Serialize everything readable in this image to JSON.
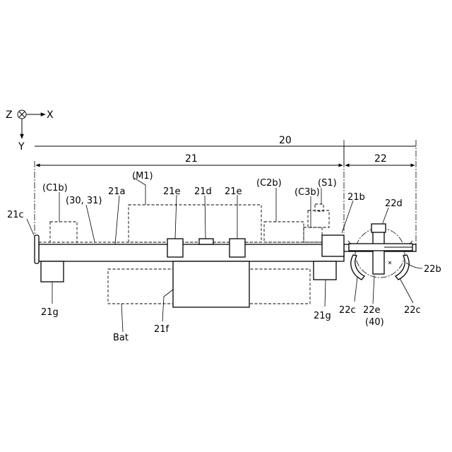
{
  "axes": {
    "z": "Z",
    "x": "X",
    "y": "Y"
  },
  "labels": {
    "l20": "20",
    "l21": "21",
    "l22": "22",
    "c1b": "(C1b)",
    "m1": "(M1)",
    "c2b": "(C2b)",
    "c3b": "(C3b)",
    "s1": "(S1)",
    "l21a": "21a",
    "l21e_left": "21e",
    "l21d": "21d",
    "l21e_right": "21e",
    "l21b": "21b",
    "l22d": "22d",
    "l3031": "(30, 31)",
    "l21c": "21c",
    "l22b": "22b",
    "l21g_left": "21g",
    "l21f": "21f",
    "bat": "Bat",
    "l21g_right": "21g",
    "l22c_left": "22c",
    "l22e": "22e",
    "l22c_right": "22c",
    "l40": "(40)"
  }
}
